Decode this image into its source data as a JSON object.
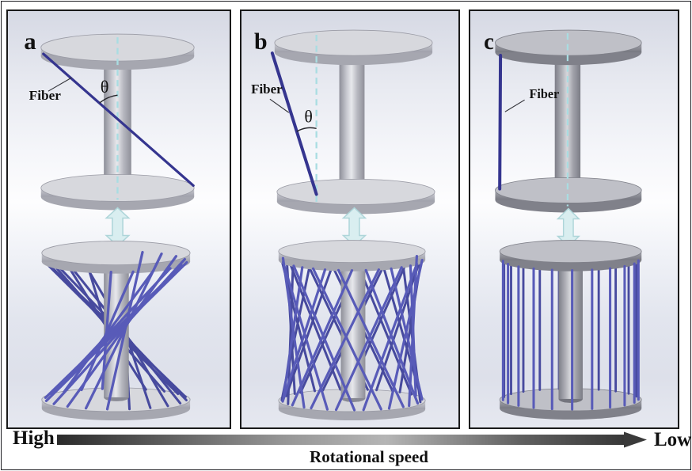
{
  "panels": [
    {
      "id": "a",
      "label": "a",
      "fiber_label": "Fiber",
      "angle_label": "θ",
      "winding": {
        "pattern": "hourglass",
        "fiber_count": 20,
        "families": 1,
        "twist_deg": 165
      }
    },
    {
      "id": "b",
      "label": "b",
      "fiber_label": "Fiber",
      "angle_label": "θ",
      "winding": {
        "pattern": "diamond-lattice",
        "fiber_count": 32,
        "families": 2,
        "twist_deg": 58
      }
    },
    {
      "id": "c",
      "label": "c",
      "fiber_label": "Fiber",
      "angle_label": "",
      "winding": {
        "pattern": "vertical",
        "fiber_count": 21,
        "families": 1,
        "twist_deg": 0
      }
    }
  ],
  "speed_axis": {
    "left_label": "High",
    "right_label": "Low",
    "axis_label": "Rotational speed"
  },
  "colors": {
    "single_fiber": "#35358f",
    "wound_fiber_front": "#585bb8",
    "wound_fiber_back": "#474a9e",
    "axis_dash": "#a9dde2",
    "double_arrow_fill": "#d9eef0",
    "double_arrow_stroke": "#aed5d9",
    "panel_border": "#1a1a1a",
    "speed_arrow_dark": "#2b2b2b",
    "speed_arrow_light": "#b5b5b5",
    "text": "#111111"
  }
}
